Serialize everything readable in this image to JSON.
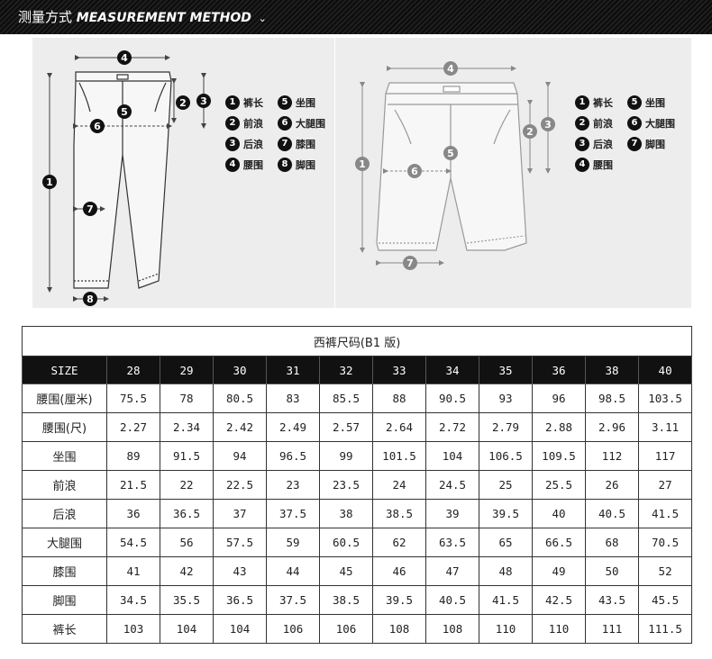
{
  "header": {
    "title_cn": "测量方式",
    "title_en": "MEASUREMENT METHOD",
    "chevron": "⌄"
  },
  "legend_left": [
    {
      "num": "1",
      "label": "裤长"
    },
    {
      "num": "5",
      "label": "坐围"
    },
    {
      "num": "2",
      "label": "前浪"
    },
    {
      "num": "6",
      "label": "大腿围"
    },
    {
      "num": "3",
      "label": "后浪"
    },
    {
      "num": "7",
      "label": "膝围"
    },
    {
      "num": "4",
      "label": "腰围"
    },
    {
      "num": "8",
      "label": "脚围"
    }
  ],
  "legend_right": [
    {
      "num": "1",
      "label": "裤长"
    },
    {
      "num": "5",
      "label": "坐围"
    },
    {
      "num": "2",
      "label": "前浪"
    },
    {
      "num": "6",
      "label": "大腿围"
    },
    {
      "num": "3",
      "label": "后浪"
    },
    {
      "num": "7",
      "label": "脚围"
    },
    {
      "num": "4",
      "label": "腰围"
    }
  ],
  "table": {
    "title": "西裤尺码(B1 版)",
    "header_label": "SIZE",
    "sizes": [
      "28",
      "29",
      "30",
      "31",
      "32",
      "33",
      "34",
      "35",
      "36",
      "38",
      "40"
    ],
    "rows": [
      {
        "label": "腰围(厘米)",
        "values": [
          "75.5",
          "78",
          "80.5",
          "83",
          "85.5",
          "88",
          "90.5",
          "93",
          "96",
          "98.5",
          "103.5"
        ]
      },
      {
        "label": "腰围(尺)",
        "values": [
          "2.27",
          "2.34",
          "2.42",
          "2.49",
          "2.57",
          "2.64",
          "2.72",
          "2.79",
          "2.88",
          "2.96",
          "3.11"
        ]
      },
      {
        "label": "坐围",
        "values": [
          "89",
          "91.5",
          "94",
          "96.5",
          "99",
          "101.5",
          "104",
          "106.5",
          "109.5",
          "112",
          "117"
        ]
      },
      {
        "label": "前浪",
        "values": [
          "21.5",
          "22",
          "22.5",
          "23",
          "23.5",
          "24",
          "24.5",
          "25",
          "25.5",
          "26",
          "27"
        ]
      },
      {
        "label": "后浪",
        "values": [
          "36",
          "36.5",
          "37",
          "37.5",
          "38",
          "38.5",
          "39",
          "39.5",
          "40",
          "40.5",
          "41.5"
        ]
      },
      {
        "label": "大腿围",
        "values": [
          "54.5",
          "56",
          "57.5",
          "59",
          "60.5",
          "62",
          "63.5",
          "65",
          "66.5",
          "68",
          "70.5"
        ]
      },
      {
        "label": "膝围",
        "values": [
          "41",
          "42",
          "43",
          "44",
          "45",
          "46",
          "47",
          "48",
          "49",
          "50",
          "52"
        ]
      },
      {
        "label": "脚围",
        "values": [
          "34.5",
          "35.5",
          "36.5",
          "37.5",
          "38.5",
          "39.5",
          "40.5",
          "41.5",
          "42.5",
          "43.5",
          "45.5"
        ]
      },
      {
        "label": "裤长",
        "values": [
          "103",
          "104",
          "104",
          "106",
          "106",
          "108",
          "108",
          "110",
          "110",
          "111",
          "111.5"
        ]
      }
    ]
  }
}
